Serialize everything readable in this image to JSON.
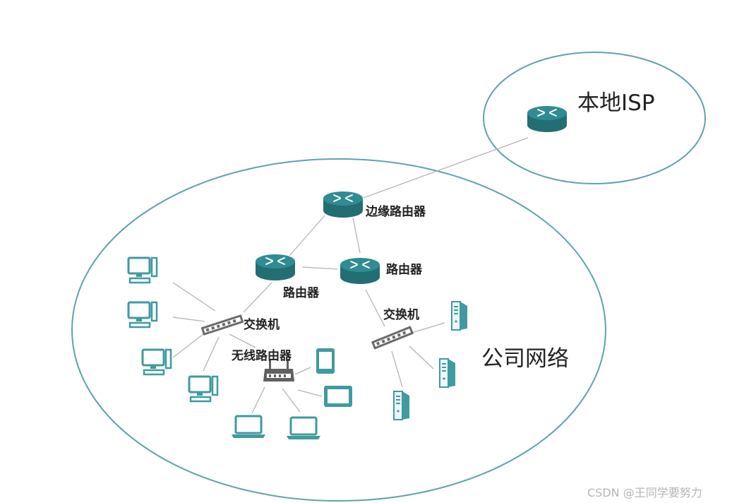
{
  "labels": {
    "isp": "本地ISP",
    "company_network": "公司网络",
    "edge_router": "边缘路由器",
    "router_left": "路由器",
    "router_right": "路由器",
    "switch_left": "交换机",
    "switch_right": "交换机",
    "wireless_router": "无线路由器"
  },
  "watermark": "CSDN @王同学要努力",
  "colors": {
    "ellipse": "#5ea3ad",
    "device_teal": "#2f8c92",
    "device_dark": "#236e73",
    "link": "#b4b4b4",
    "switch_body": "#6a6a6a",
    "wireless_router_body": "#606060"
  },
  "icons": {
    "router": "router-icon",
    "switch": "switch-icon",
    "wireless_router": "wireless-router-icon",
    "desktop": "desktop-computer-icon",
    "server": "server-tower-icon",
    "tablet": "tablet-icon",
    "laptop": "laptop-icon"
  }
}
